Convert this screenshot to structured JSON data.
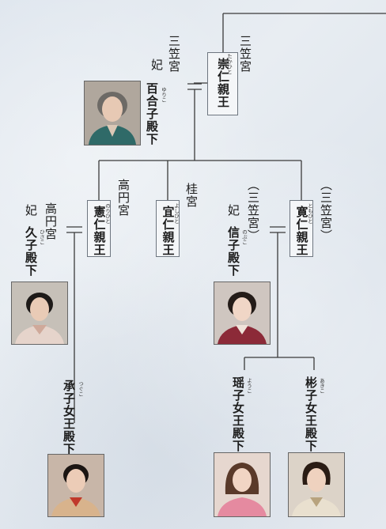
{
  "sitemap": {
    "mikasa_label": "三笠宮",
    "takahito": {
      "name": "崇仁親王",
      "ruby": "たかひと"
    },
    "yuriko": {
      "house": "三笠宮",
      "title": "妃",
      "name": "百合子殿下",
      "ruby": "ゆりこ"
    },
    "takamado_label": "高円宮",
    "norihito": {
      "name": "憲仁親王",
      "ruby": "のりひと"
    },
    "hisako": {
      "house": "高円宮",
      "title": "妃",
      "name": "久子殿下",
      "ruby": "ひさこ"
    },
    "katsura_label": "桂宮",
    "yoshihito": {
      "name": "宜仁親王",
      "ruby": "よしひと"
    },
    "tomohito_label": "（三笠宮）",
    "tomohito": {
      "name": "寛仁親王",
      "ruby": "ともひと"
    },
    "nobuko": {
      "house": "（三笠宮）",
      "title": "妃",
      "name": "信子殿下",
      "ruby": "のぶこ"
    },
    "tsuguko": {
      "name": "承子女王殿下",
      "ruby": "つぐこ"
    },
    "yoko": {
      "name": "瑶子女王殿下",
      "ruby": "ようこ"
    },
    "akiko": {
      "name": "彬子女王殿下",
      "ruby": "あきこ"
    }
  },
  "colors": {
    "line": "#3a3a3a",
    "box_border": "#6e7680",
    "background": "#e2e8ef"
  }
}
